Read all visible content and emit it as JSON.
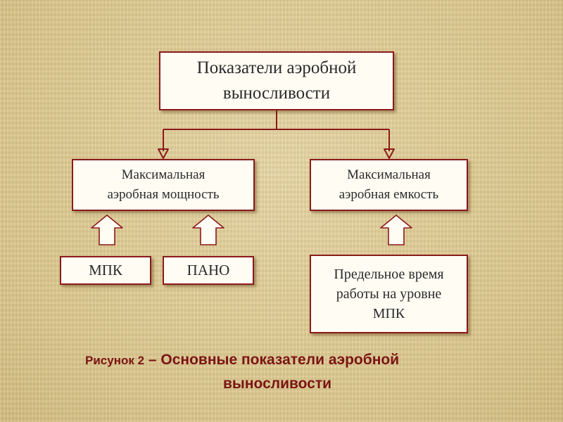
{
  "diagram": {
    "top_box": {
      "text": "Показатели аэробной\nвыносливости"
    },
    "left_box": {
      "text": "Максимальная\nаэробная мощность"
    },
    "right_box": {
      "text": "Максимальная\nаэробная емкость"
    },
    "mpk_box": {
      "text": "МПК"
    },
    "pano_box": {
      "text": "ПАНО"
    },
    "limit_box": {
      "text": "Предельное время\nработы на уровне\nМПК"
    }
  },
  "caption": {
    "prefix": "Рисунок 2",
    "dash": " – ",
    "line1": "Основные показатели аэробной",
    "line2": "выносливости"
  },
  "colors": {
    "border": "#8a1a1a",
    "box_fill": "#fffdf3",
    "caption": "#7a1414",
    "arrow_fill": "#fffdf3"
  }
}
